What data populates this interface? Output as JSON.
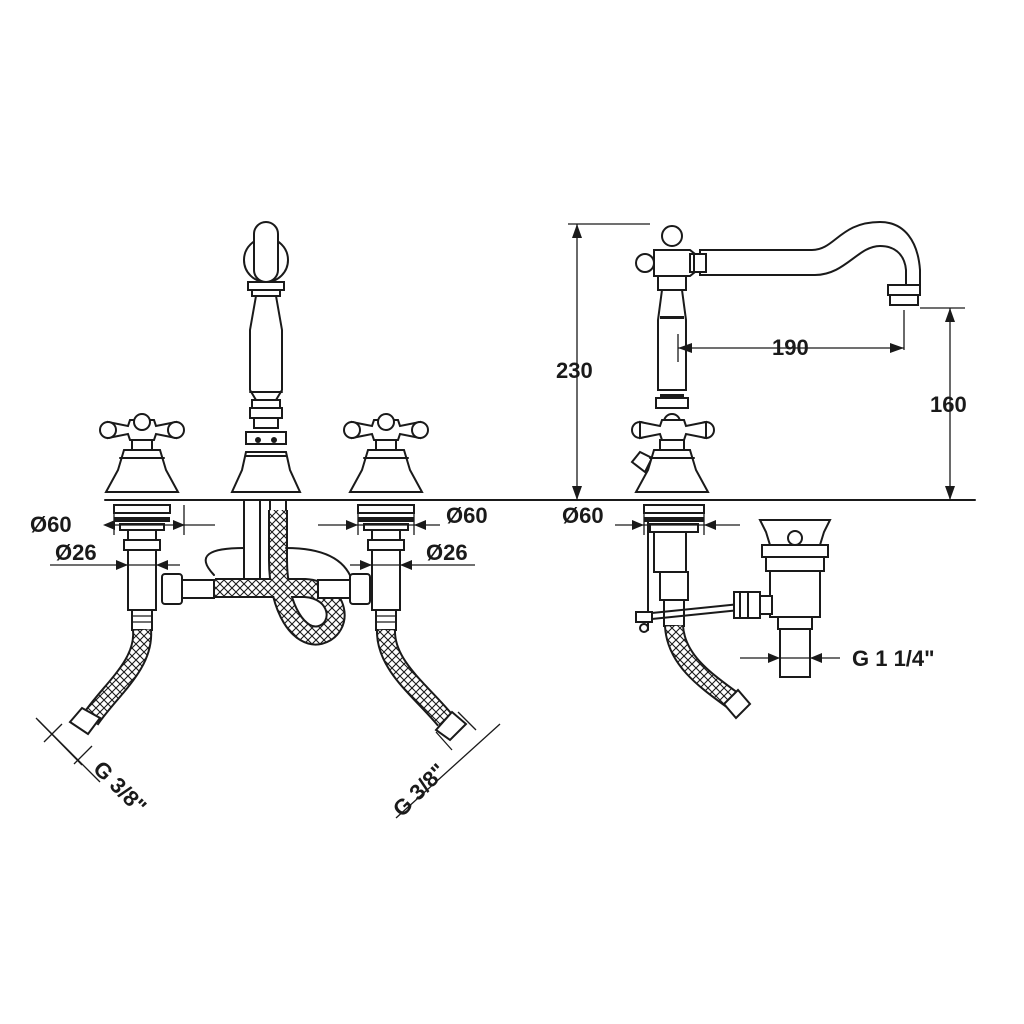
{
  "dimensions": {
    "left_tap_dia_outer": "Ø60",
    "left_tap_dia_inner": "Ø26",
    "right_tap_dia_outer": "Ø60",
    "right_tap_dia_inner": "Ø26",
    "side_base_dia": "Ø60",
    "height_total": "230",
    "spout_reach": "190",
    "spout_height": "160",
    "left_connection": "G 3/8\"",
    "right_connection": "G 3/8\"",
    "waste_thread": "G 1 1/4\""
  }
}
